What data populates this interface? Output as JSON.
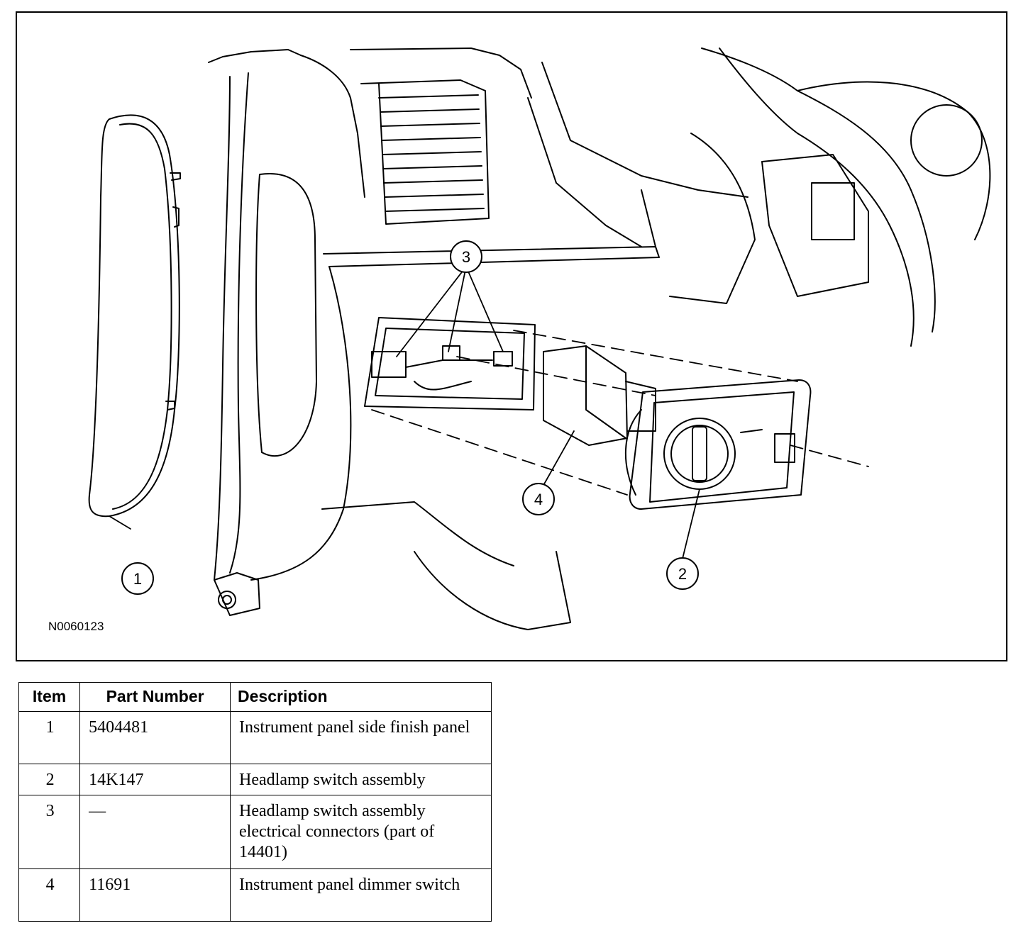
{
  "figure": {
    "id": "N0060123",
    "callouts": [
      {
        "label": "1",
        "item": "instrument-panel-side-finish-panel"
      },
      {
        "label": "2",
        "item": "headlamp-switch-assembly"
      },
      {
        "label": "3",
        "item": "electrical-connectors"
      },
      {
        "label": "4",
        "item": "instrument-panel-dimmer-switch"
      }
    ]
  },
  "table": {
    "headers": {
      "item": "Item",
      "part": "Part Number",
      "desc": "Description"
    },
    "rows": [
      {
        "item": "1",
        "part": "5404481",
        "desc": "Instrument panel side finish panel"
      },
      {
        "item": "2",
        "part": "14K147",
        "desc": "Headlamp switch assembly"
      },
      {
        "item": "3",
        "part": "—",
        "desc": "Headlamp switch assembly electrical connectors (part of 14401)"
      },
      {
        "item": "4",
        "part": "11691",
        "desc": "Instrument panel dimmer switch"
      }
    ]
  }
}
